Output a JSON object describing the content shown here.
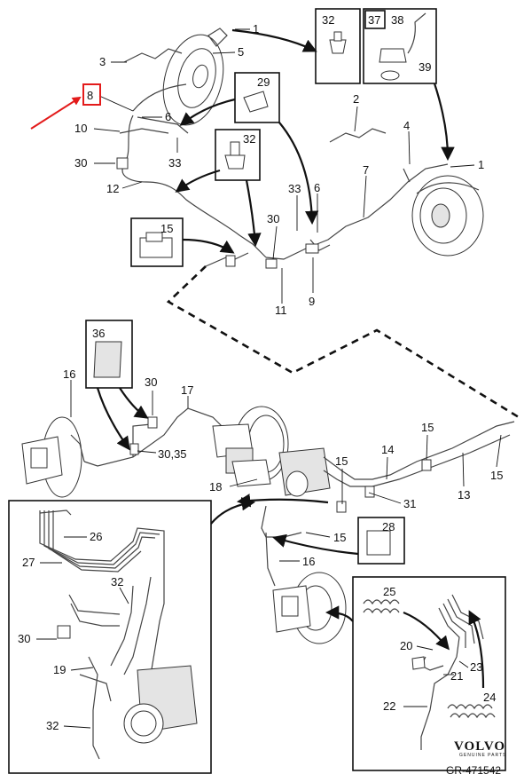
{
  "labels": {
    "top": {
      "n1a": "1",
      "n5": "5",
      "n3": "3",
      "n8": "8",
      "n6a": "6",
      "n10": "10",
      "n30a": "30",
      "n33a": "33",
      "n12": "12",
      "n29": "29",
      "n32a": "32",
      "n32b": "32",
      "n37": "37",
      "n38": "38",
      "n39": "39",
      "n2": "2",
      "n4": "4",
      "n1b": "1",
      "n7": "7",
      "n33b": "33",
      "n6b": "6",
      "n30b": "30",
      "n15a": "15",
      "n11": "11",
      "n9": "9"
    },
    "mid": {
      "n36": "36",
      "n16a": "16",
      "n30c": "30",
      "n17": "17",
      "n3035": "30,35",
      "n18": "18",
      "n15b": "15",
      "n14": "14",
      "n15c": "15",
      "n13": "13",
      "n15d": "15",
      "n31": "31",
      "n15e": "15",
      "n28": "28",
      "n16b": "16"
    },
    "inset_left": {
      "n26": "26",
      "n27": "27",
      "n32c": "32",
      "n30d": "30",
      "n19": "19",
      "n32d": "32"
    },
    "inset_right": {
      "n25": "25",
      "n20": "20",
      "n23": "23",
      "n21": "21",
      "n24": "24",
      "n22": "22"
    }
  },
  "brand": {
    "logo": "VOLVO",
    "tagline": "GENUINE PARTS"
  },
  "drawing_code": "GR-471542",
  "colors": {
    "line": "#333333",
    "highlight": "#e31b1b"
  }
}
